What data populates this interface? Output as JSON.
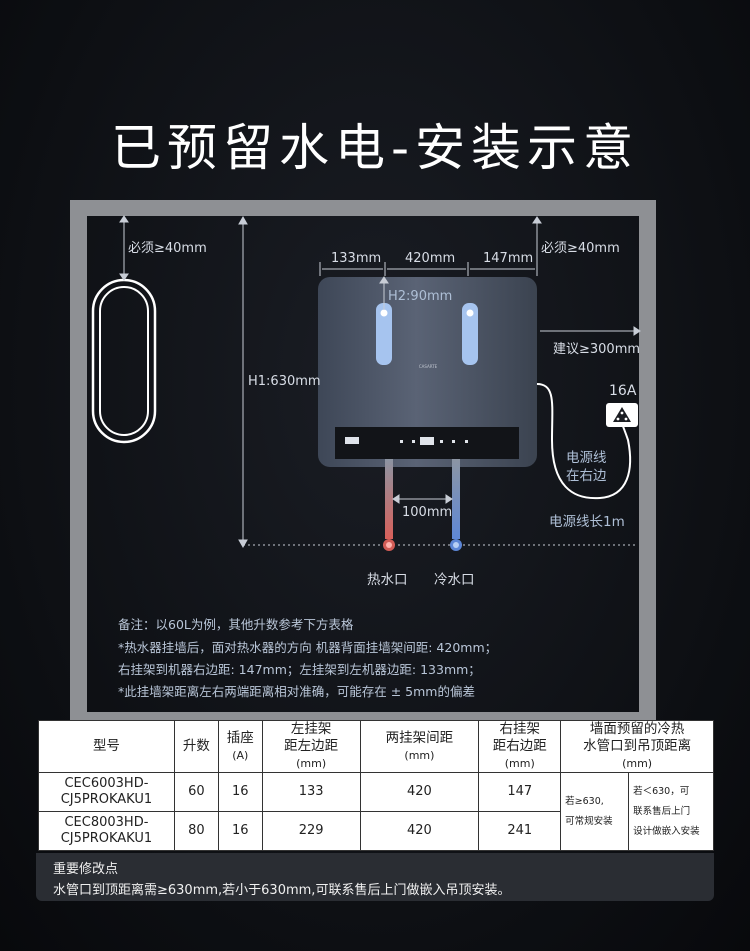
{
  "title": "已预留水电-安装示意",
  "diagram": {
    "min_top_left": "必须≥40mm",
    "min_top_right": "必须≥40mm",
    "dist_left": "133mm",
    "dist_mid": "420mm",
    "dist_right": "147mm",
    "h2": "H2:90mm",
    "h1": "H1:630mm",
    "side_gap": "建议≥300mm",
    "socket_rating": "16A",
    "power_side": "电源线\n在右边",
    "power_side_l1": "电源线",
    "power_side_l2": "在右边",
    "power_length": "电源线长1m",
    "pipe_gap": "100mm",
    "hot_outlet": "热水口",
    "cold_outlet": "冷水口"
  },
  "notes": [
    "备注：以60L为例，其他升数参考下方表格",
    "*热水器挂墙后，面对热水器的方向 机器背面挂墙架间距: 420mm；",
    "右挂架到机器右边距: 147mm；左挂架到左机器边距: 133mm；",
    "*此挂墙架距离左右两端距离相对准确，可能存在 ± 5mm的偏差"
  ],
  "table": {
    "headers": {
      "model": "型号",
      "capacity": "升数",
      "socket": "插座",
      "socket_unit": "(A)",
      "left_l1": "左挂架",
      "left_l2": "距左边距",
      "left_unit": "(mm)",
      "span": "两挂架间距",
      "span_unit": "(mm)",
      "right_l1": "右挂架",
      "right_l2": "距右边距",
      "right_unit": "(mm)",
      "ceiling_l1": "墙面预留的冷热",
      "ceiling_l2": "水管口到吊顶距离",
      "ceiling_unit": "(mm)"
    },
    "rows": [
      {
        "model_l1": "CEC6003HD-",
        "model_l2": "CJ5PROKAKU1",
        "capacity": "60",
        "socket": "16",
        "left": "133",
        "span": "420",
        "right": "147"
      },
      {
        "model_l1": "CEC8003HD-",
        "model_l2": "CJ5PROKAKU1",
        "capacity": "80",
        "socket": "16",
        "left": "229",
        "span": "420",
        "right": "241"
      }
    ],
    "ceiling_a_l1": "若≥630,",
    "ceiling_a_l2": "可常规安装",
    "ceiling_b_l1": "若＜630，可",
    "ceiling_b_l2": "联系售后上门",
    "ceiling_b_l3": "设计做嵌入安装"
  },
  "footer": {
    "heading": "重要修改点",
    "text": "水管口到顶距离需≥630mm,若小于630mm,可联系售后上门做嵌入吊顶安装。"
  },
  "colors": {
    "wall": "#8e9094",
    "heater_body": "#4c5566",
    "accent_blue": "#a6c4ef",
    "hot_pipe": "#d25c56",
    "cold_pipe": "#5c86d6"
  }
}
